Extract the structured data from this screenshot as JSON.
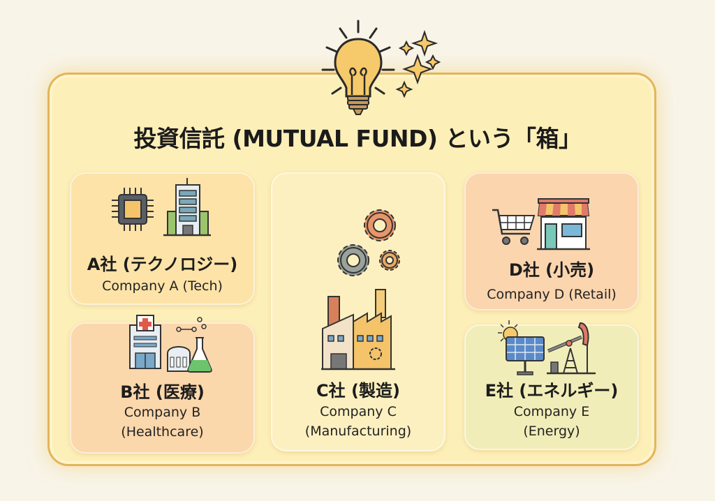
{
  "title": "投資信託 (MUTUAL FUND) という「箱」",
  "colors": {
    "background": "#f8f4e8",
    "box_fill": "#fdefb8",
    "box_border": "#e2b55a",
    "card_tech": "#fde3a8",
    "card_healthcare": "#fbd7ac",
    "card_manufacturing": "#fdf0c0",
    "card_retail": "#fbd5ae",
    "card_energy": "#f1edb8"
  },
  "header_icons": [
    "lightbulb-icon",
    "sparkles-icon"
  ],
  "companies": [
    {
      "id": "A",
      "name_ja": "A社 (テクノロジー)",
      "name_en": "Company A (Tech)",
      "icons": [
        "microchip-icon",
        "office-building-icon"
      ]
    },
    {
      "id": "B",
      "name_ja": "B社 (医療)",
      "name_en_line1": "Company B",
      "name_en_line2": "(Healthcare)",
      "icons": [
        "hospital-icon",
        "molecule-icon",
        "flask-icon"
      ]
    },
    {
      "id": "C",
      "name_ja": "C社 (製造)",
      "name_en_line1": "Company C",
      "name_en_line2": "(Manufacturing)",
      "icons": [
        "gears-icon",
        "factory-icon"
      ]
    },
    {
      "id": "D",
      "name_ja": "D社 (小売)",
      "name_en": "Company D (Retail)",
      "icons": [
        "shopping-cart-icon",
        "storefront-icon"
      ]
    },
    {
      "id": "E",
      "name_ja": "E社 (エネルギー)",
      "name_en_line1": "Company E",
      "name_en_line2": "(Energy)",
      "icons": [
        "sun-icon",
        "solar-panel-icon",
        "oil-pump-icon"
      ]
    }
  ]
}
